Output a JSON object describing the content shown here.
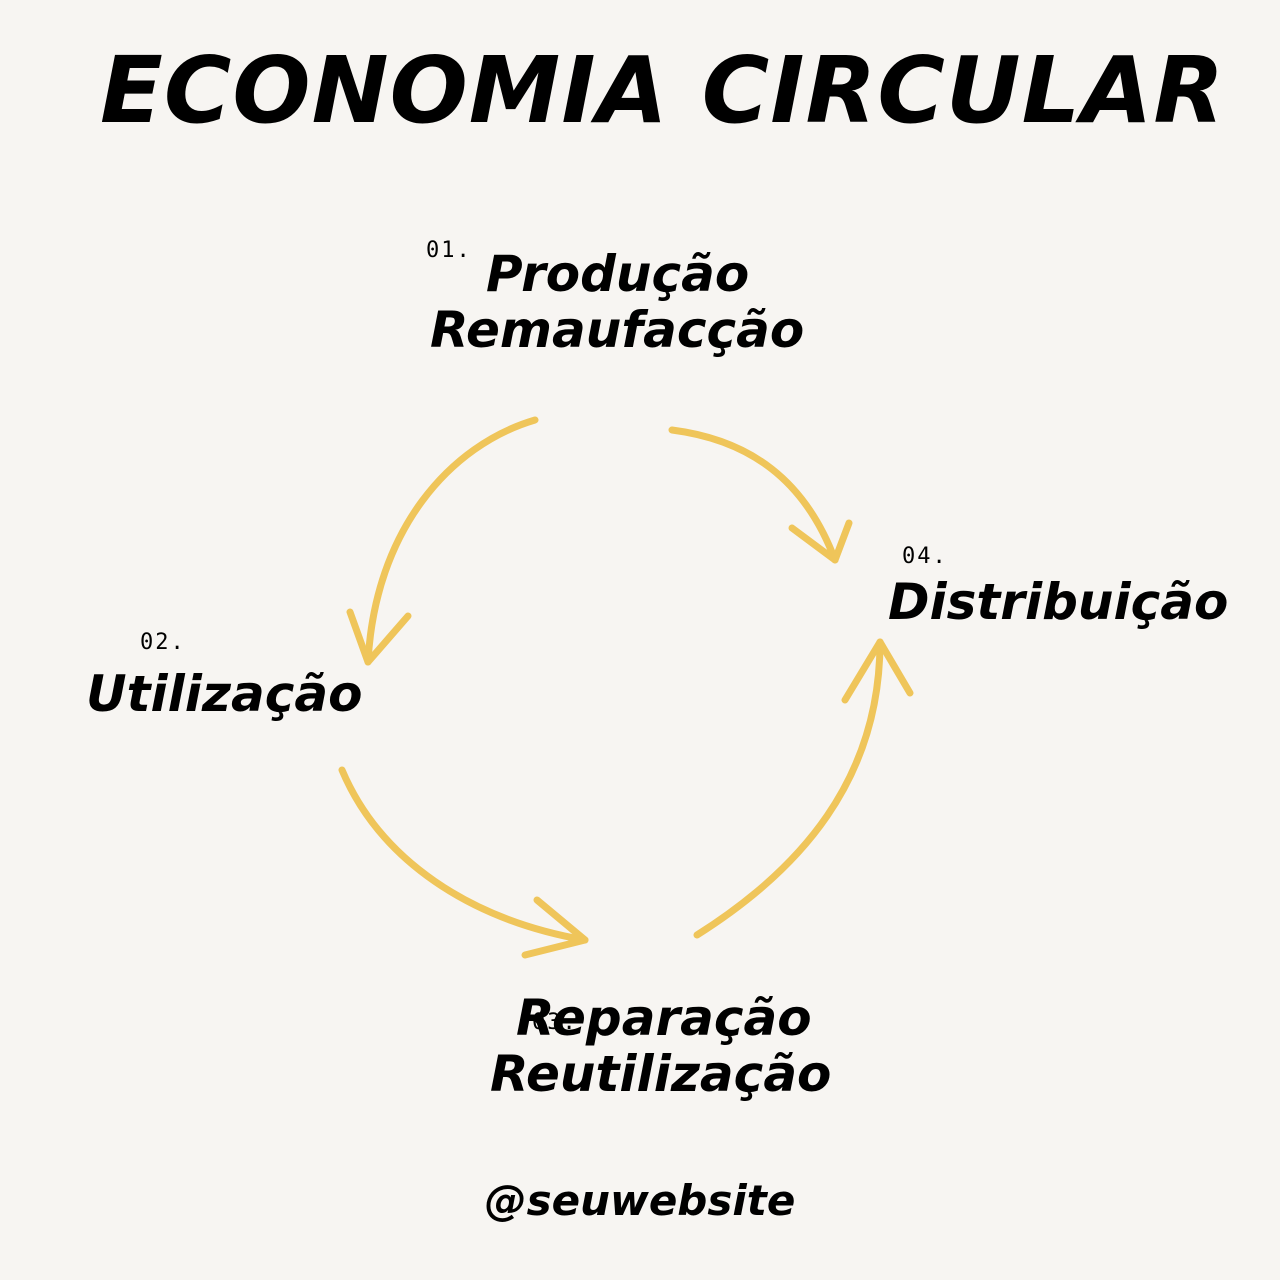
{
  "title": "ECONOMIA CIRCULAR",
  "steps": [
    {
      "number": "01.",
      "line1": "Produção",
      "line2": "Remaufacção"
    },
    {
      "number": "02.",
      "line1": "Utilização",
      "line2": ""
    },
    {
      "number": "03.",
      "line1": "Reparação",
      "line2": "Reutilização"
    },
    {
      "number": "04.",
      "line1": "Distribuição",
      "line2": ""
    }
  ],
  "footer": {
    "handle": "@seuwebsite"
  },
  "colors": {
    "background": "#f7f5f2",
    "arrow": "#efc55a",
    "text": "#000000"
  }
}
